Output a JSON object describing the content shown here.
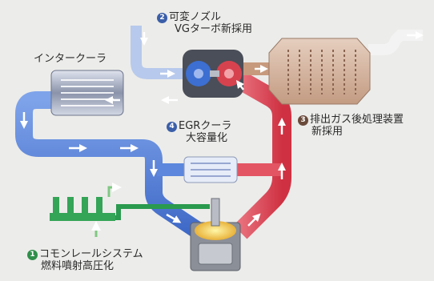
{
  "labels": {
    "intercooler": "インタークーラ",
    "turbo": {
      "number": "2",
      "line1": "可変ノズル",
      "line2": "VGターボ新採用"
    },
    "aftertreatment": {
      "number": "3",
      "line1": "排出ガス後処理装置",
      "line2": "新採用"
    },
    "egr_cooler": {
      "number": "4",
      "line1": "EGRクーラ",
      "line2": "大容量化"
    },
    "common_rail": {
      "number": "1",
      "line1": "コモンレールシステム",
      "line2": "燃料噴射高圧化"
    }
  },
  "colors": {
    "background": "#ececea",
    "intake_blue": "#4d7ad6",
    "exhaust_red": "#dd3f4f",
    "egr_purple": "#8a4fb2",
    "fuel_green": "#2a9a4e",
    "aftertreatment_tan": "#c9a58c",
    "badge_blue": "#3b5fa8",
    "badge_brown": "#6a4a3a",
    "badge_green": "#2f8f4a"
  }
}
